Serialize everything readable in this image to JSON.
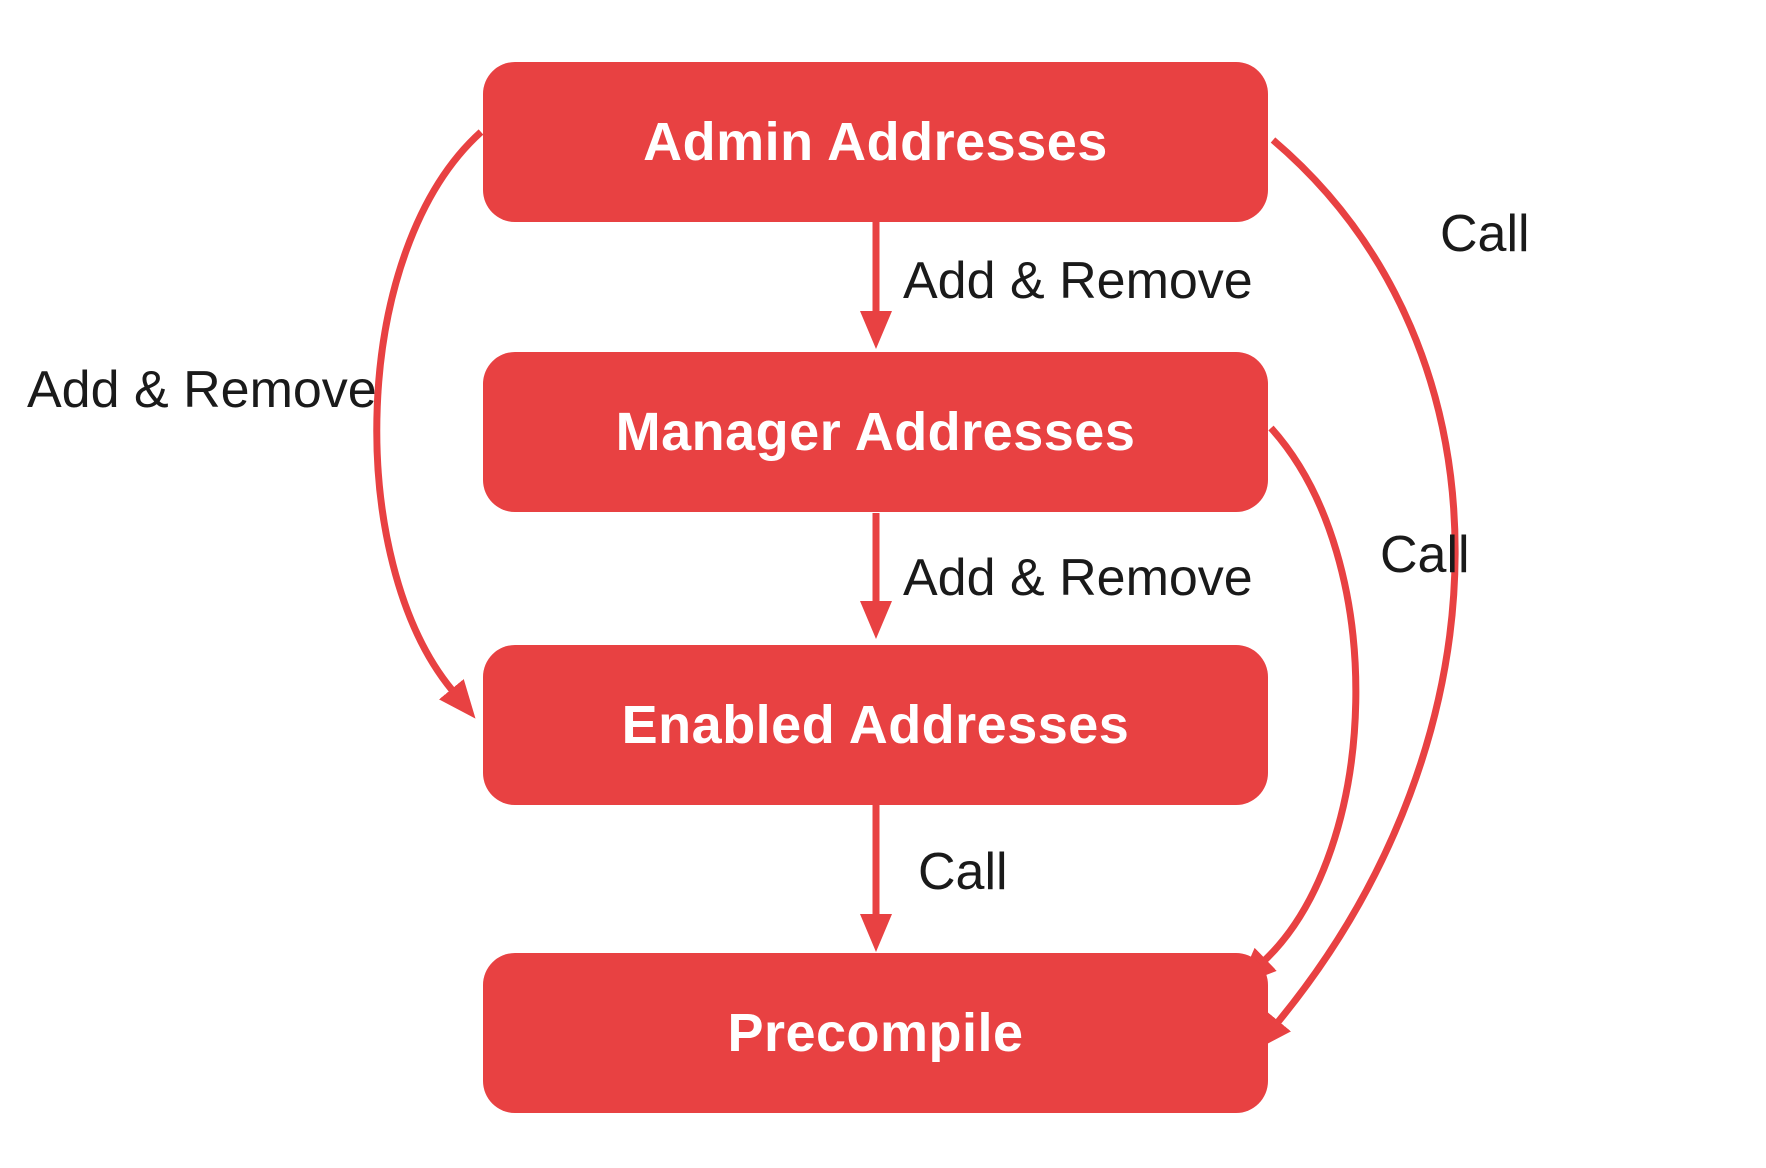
{
  "diagram": {
    "colors": {
      "red": "#E84142",
      "label": "#1A1A1A",
      "node_text": "#FFFFFF",
      "background": "#FFFFFF"
    },
    "nodes": [
      {
        "label": "Admin Addresses"
      },
      {
        "label": "Manager Addresses"
      },
      {
        "label": "Enabled Addresses"
      },
      {
        "label": "Precompile"
      }
    ],
    "edges": [
      {
        "from": "Admin Addresses",
        "to": "Manager Addresses",
        "label": "Add & Remove"
      },
      {
        "from": "Manager Addresses",
        "to": "Enabled Addresses",
        "label": "Add & Remove"
      },
      {
        "from": "Admin Addresses",
        "to": "Enabled Addresses",
        "label": "Add & Remove"
      },
      {
        "from": "Enabled Addresses",
        "to": "Precompile",
        "label": "Call"
      },
      {
        "from": "Manager Addresses",
        "to": "Precompile",
        "label": "Call"
      },
      {
        "from": "Admin Addresses",
        "to": "Precompile",
        "label": "Call"
      }
    ]
  }
}
